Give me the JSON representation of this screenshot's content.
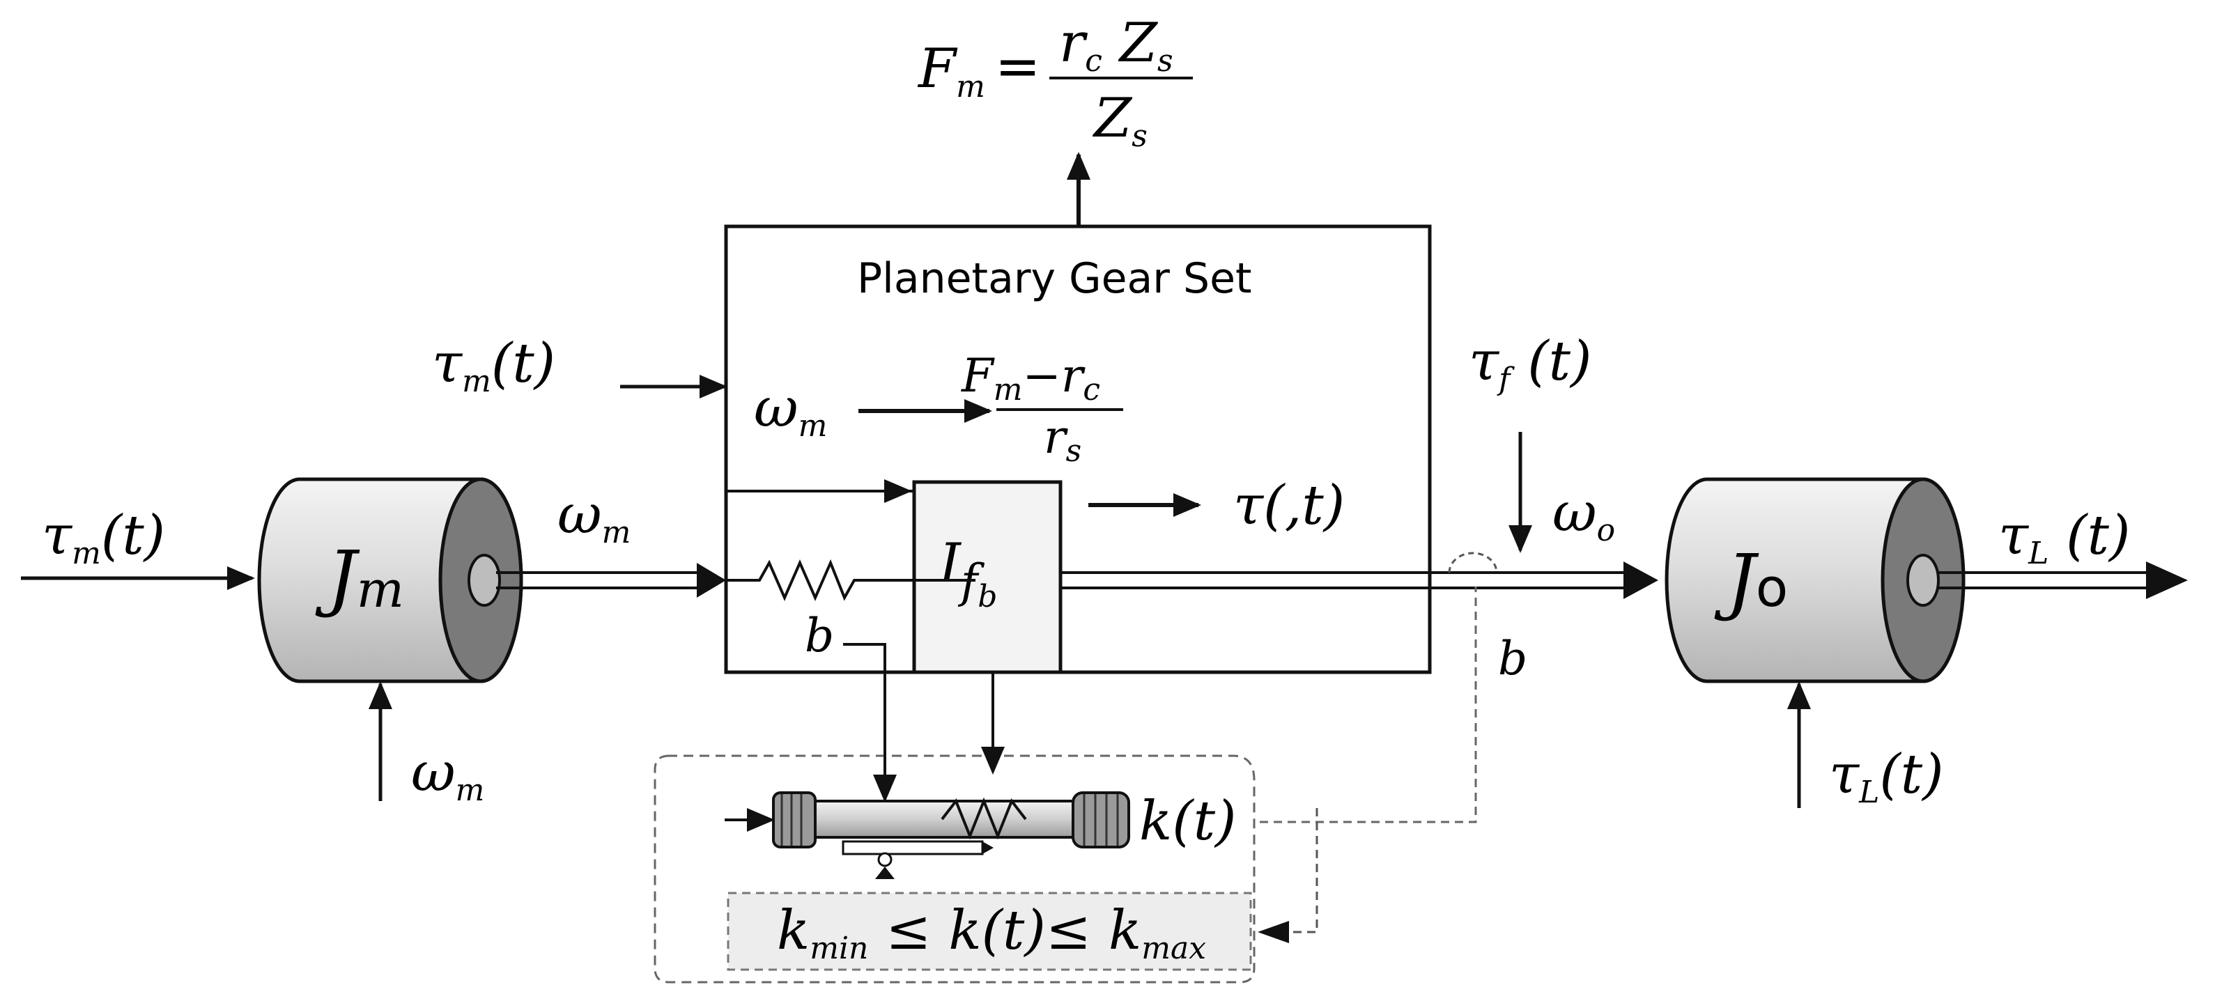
{
  "diagram": {
    "formula_top": {
      "lhs": "F",
      "lhs_sub": "m",
      "eq": "=",
      "num": "r",
      "num_sub": "c",
      "num_rest": " Z",
      "num_rest_sub": "s",
      "den": "Z",
      "den_sub": "s"
    },
    "gear_set_title": "Planetary Gear Set",
    "inner_ratio": {
      "num": "F",
      "num_sub": "m",
      "num_rest": "−r",
      "num_rest_sub": "c",
      "den": "r",
      "den_sub": "s"
    },
    "inner_torque": "τ(,t)",
    "block_label": {
      "main": "I",
      "sub": "f",
      "sub2": "b"
    },
    "motor_inertia": {
      "main": "J",
      "sub": "m"
    },
    "output_inertia": {
      "main": "J",
      "sub": "o"
    },
    "tau_m_left": {
      "main": "τ",
      "sub": "m",
      "rest": "(t)"
    },
    "tau_m_top": {
      "main": "τ",
      "sub": "m",
      "rest": "(t)"
    },
    "omega_m_shaft": {
      "main": "ω",
      "sub": "m"
    },
    "omega_m_inner": {
      "main": "ω",
      "sub": "m"
    },
    "omega_m_bottom": {
      "main": "ω",
      "sub": "m"
    },
    "tau_f": {
      "main": "τ",
      "sub": "f",
      "rest": " (t)"
    },
    "omega_o": {
      "main": "ω",
      "sub": "o"
    },
    "tau_L_out": {
      "main": "τ",
      "sub": "L",
      "rest": " (t)"
    },
    "tau_L_bottom": {
      "main": "τ",
      "sub": "L",
      "rest": "(t)"
    },
    "b_left": "b",
    "b_right": "b",
    "k_label": "k(t)",
    "constraint": {
      "k1": "k",
      "k1_sub": "min",
      "mid": " ≤ k(t)≤ ",
      "k2": "k",
      "k2_sub": "max"
    }
  }
}
